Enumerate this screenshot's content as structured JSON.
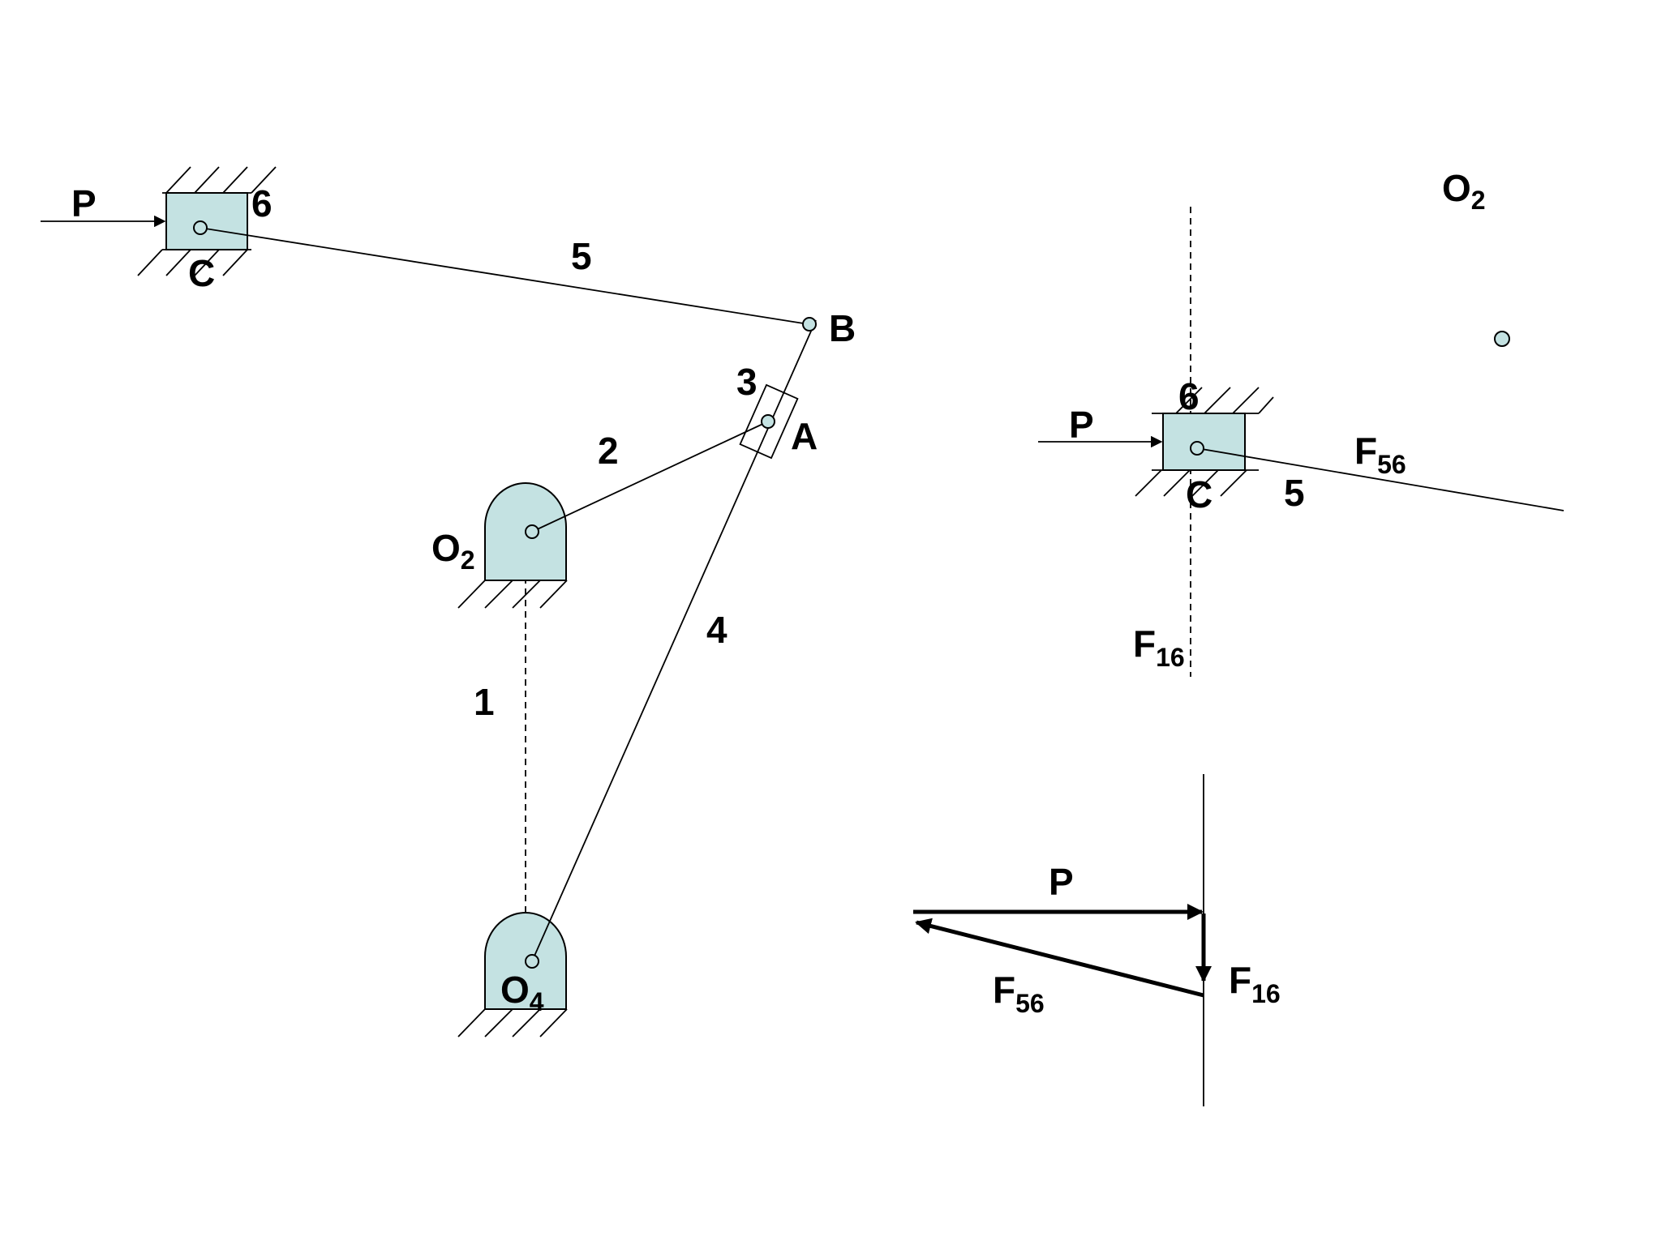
{
  "mechanism": {
    "points": {
      "C": "C",
      "B": "B",
      "A": "A",
      "O2": "O",
      "O4": "O",
      "O2_sub": "2",
      "O4_sub": "4"
    },
    "links": {
      "l1": "1",
      "l2": "2",
      "l3": "3",
      "l4": "4",
      "l5": "5",
      "l6": "6"
    },
    "force": "P"
  },
  "free_body": {
    "O2": "O",
    "O2_sub": "2",
    "force_p": "P",
    "C": "C",
    "l5": "5",
    "l6": "6",
    "F56": "F",
    "F56_sub": "56",
    "F16": "F",
    "F16_sub": "16"
  },
  "force_polygon": {
    "P": "P",
    "F56": "F",
    "F56_sub": "56",
    "F16": "F",
    "F16_sub": "16"
  },
  "colors": {
    "body_fill": "#c4e2e2",
    "line": "#000000"
  }
}
